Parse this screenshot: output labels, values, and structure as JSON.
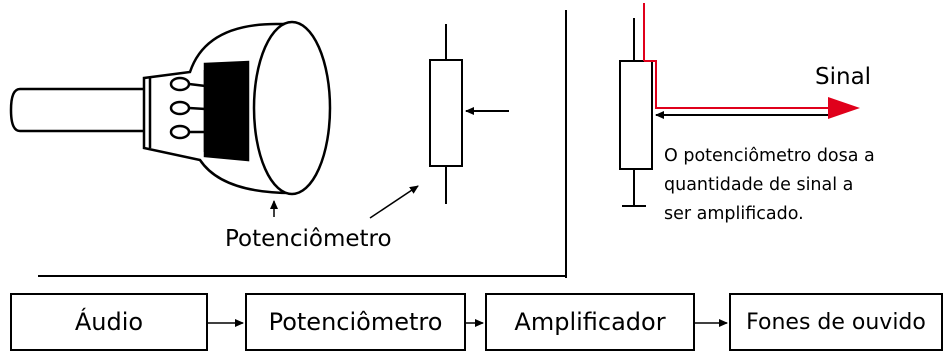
{
  "labels": {
    "potentiometer": "Potenciômetro",
    "signal": "Sinal",
    "note_line1": "O potenciômetro dosa a",
    "note_line2": "quantidade de sinal a",
    "note_line3": "ser amplificado."
  },
  "flow": {
    "box1": "Áudio",
    "box2": "Potenciômetro",
    "box3": "Amplificador",
    "box4": "Fones de ouvido"
  },
  "colors": {
    "signal": "#e0001b",
    "line": "#000000",
    "background": "#ffffff"
  }
}
